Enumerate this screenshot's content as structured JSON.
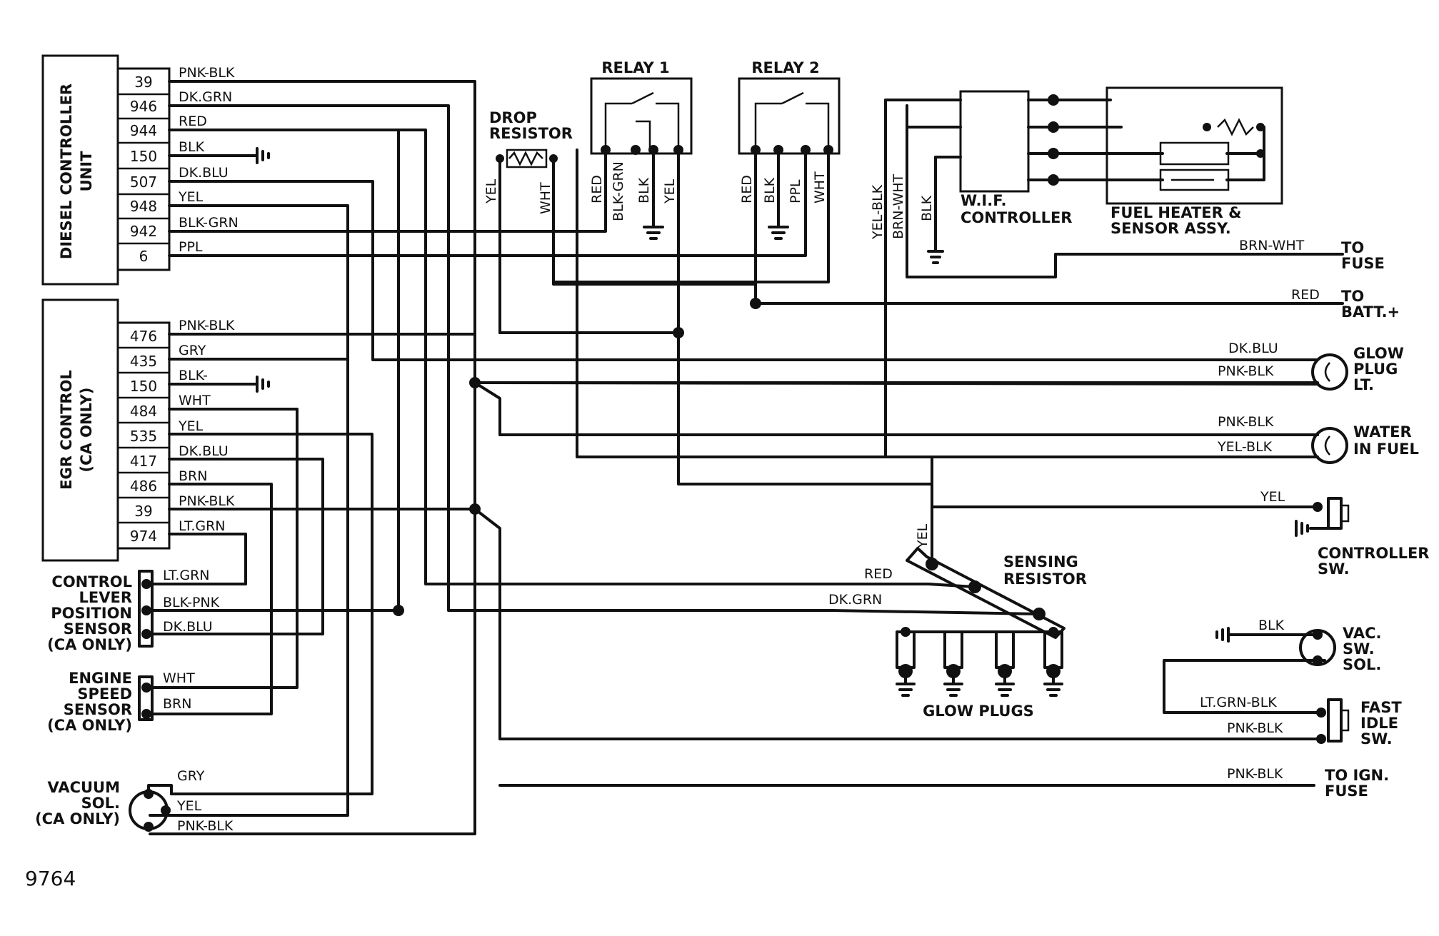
{
  "figure_number": "9764",
  "components": {
    "diesel_controller": [
      "DIESEL CONTROLLER",
      "UNIT"
    ],
    "egr_control": [
      "EGR CONTROL",
      "(CA ONLY)"
    ],
    "relay1": "RELAY 1",
    "relay2": "RELAY 2",
    "drop_resistor": [
      "DROP",
      "RESISTOR"
    ],
    "wif_controller": [
      "W.I.F.",
      "CONTROLLER"
    ],
    "fuel_heater": [
      "FUEL HEATER &",
      "SENSOR ASSY."
    ],
    "glow_plug_lt": [
      "GLOW",
      "PLUG",
      "LT."
    ],
    "water_in_fuel": [
      "WATER",
      "IN FUEL"
    ],
    "controller_sw": [
      "CONTROLLER",
      "SW."
    ],
    "sensing_resistor": [
      "SENSING",
      "RESISTOR"
    ],
    "glow_plugs": "GLOW PLUGS",
    "vac_sw_sol": [
      "VAC.",
      "SW.",
      "SOL."
    ],
    "fast_idle_sw": [
      "FAST",
      "IDLE",
      "SW."
    ],
    "to_fuse": [
      "TO",
      "FUSE"
    ],
    "to_batt": [
      "TO",
      "BATT.+"
    ],
    "to_ign_fuse": [
      "TO IGN.",
      "FUSE"
    ],
    "clps": [
      "CONTROL",
      "LEVER",
      "POSITION",
      "SENSOR",
      "(CA ONLY)"
    ],
    "ess": [
      "ENGINE",
      "SPEED",
      "SENSOR",
      "(CA ONLY)"
    ],
    "vac_sol": [
      "VACUUM",
      "SOL.",
      "(CA ONLY)"
    ]
  },
  "diesel_pins": [
    {
      "pin": "39",
      "wire": "PNK-BLK"
    },
    {
      "pin": "946",
      "wire": "DK.GRN"
    },
    {
      "pin": "944",
      "wire": "RED"
    },
    {
      "pin": "150",
      "wire": "BLK"
    },
    {
      "pin": "507",
      "wire": "DK.BLU"
    },
    {
      "pin": "948",
      "wire": "YEL"
    },
    {
      "pin": "942",
      "wire": "BLK-GRN"
    },
    {
      "pin": "6",
      "wire": "PPL"
    }
  ],
  "egr_pins": [
    {
      "pin": "476",
      "wire": "PNK-BLK"
    },
    {
      "pin": "435",
      "wire": "GRY"
    },
    {
      "pin": "150",
      "wire": "BLK-"
    },
    {
      "pin": "484",
      "wire": "WHT"
    },
    {
      "pin": "535",
      "wire": "YEL"
    },
    {
      "pin": "417",
      "wire": "DK.BLU"
    },
    {
      "pin": "486",
      "wire": "BRN"
    },
    {
      "pin": "39",
      "wire": "PNK-BLK"
    },
    {
      "pin": "974",
      "wire": "LT.GRN"
    }
  ],
  "wire_labels": {
    "relay1": [
      "RED",
      "BLK-GRN",
      "BLK",
      "YEL"
    ],
    "relay2": [
      "RED",
      "BLK",
      "PPL",
      "WHT"
    ],
    "drop": [
      "YEL",
      "WHT"
    ],
    "wif": [
      "YEL-BLK",
      "BRN-WHT",
      "BLK"
    ],
    "brn_wht": "BRN-WHT",
    "red_batt": "RED",
    "glow_lt": [
      "DK.BLU",
      "PNK-BLK"
    ],
    "wif_lt": [
      "PNK-BLK",
      "YEL-BLK"
    ],
    "ctrl_sw": "YEL",
    "sense_yel": "YEL",
    "sense_red": "RED",
    "sense_dkgrn": "DK.GRN",
    "vac_blk": "BLK",
    "fast_idle": [
      "LT.GRN-BLK",
      "PNK-BLK"
    ],
    "ign": "PNK-BLK",
    "clps": [
      "LT.GRN",
      "BLK-PNK",
      "DK.BLU"
    ],
    "ess": [
      "WHT",
      "BRN"
    ],
    "vac": [
      "GRY",
      "YEL",
      "PNK-BLK"
    ]
  }
}
